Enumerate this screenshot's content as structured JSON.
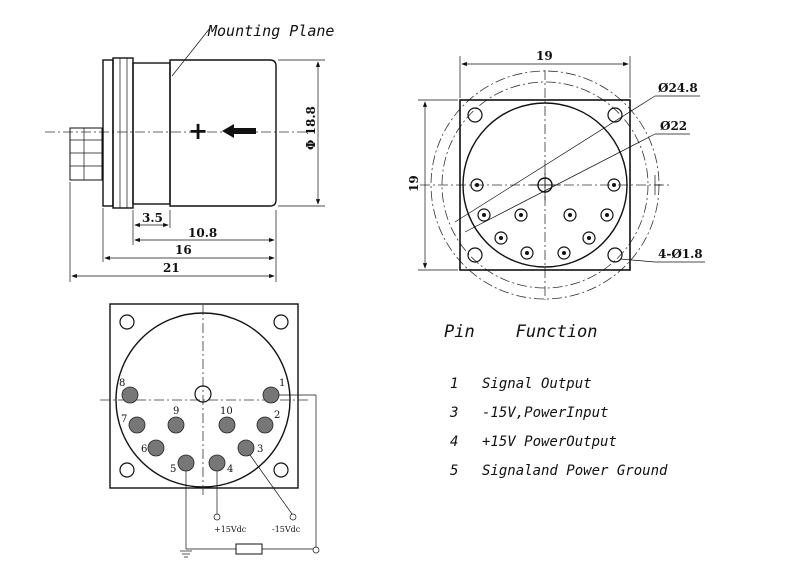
{
  "side_view": {
    "mounting_plane": "Mounting Plane",
    "diameter": "Φ 18.8",
    "dims": [
      "3.5",
      "10.8",
      "16",
      "21"
    ]
  },
  "top_view": {
    "width": "19",
    "height": "19",
    "outer_dia": "Ø24.8",
    "inner_dia": "Ø22",
    "holes": "4-Ø1.8"
  },
  "pin_view": {
    "pins": [
      "1",
      "2",
      "3",
      "4",
      "5",
      "6",
      "7",
      "8",
      "9",
      "10"
    ],
    "plus_label": "+15Vdc",
    "minus_label": "-15Vdc"
  },
  "legend": {
    "title": "Pin    Function",
    "rows": [
      {
        "pin": "1",
        "function": "Signal Output"
      },
      {
        "pin": "3",
        "function": "-15V,PowerInput"
      },
      {
        "pin": "4",
        "function": "+15V PowerOutput"
      },
      {
        "pin": "5",
        "function": "Signaland Power Ground"
      }
    ]
  }
}
